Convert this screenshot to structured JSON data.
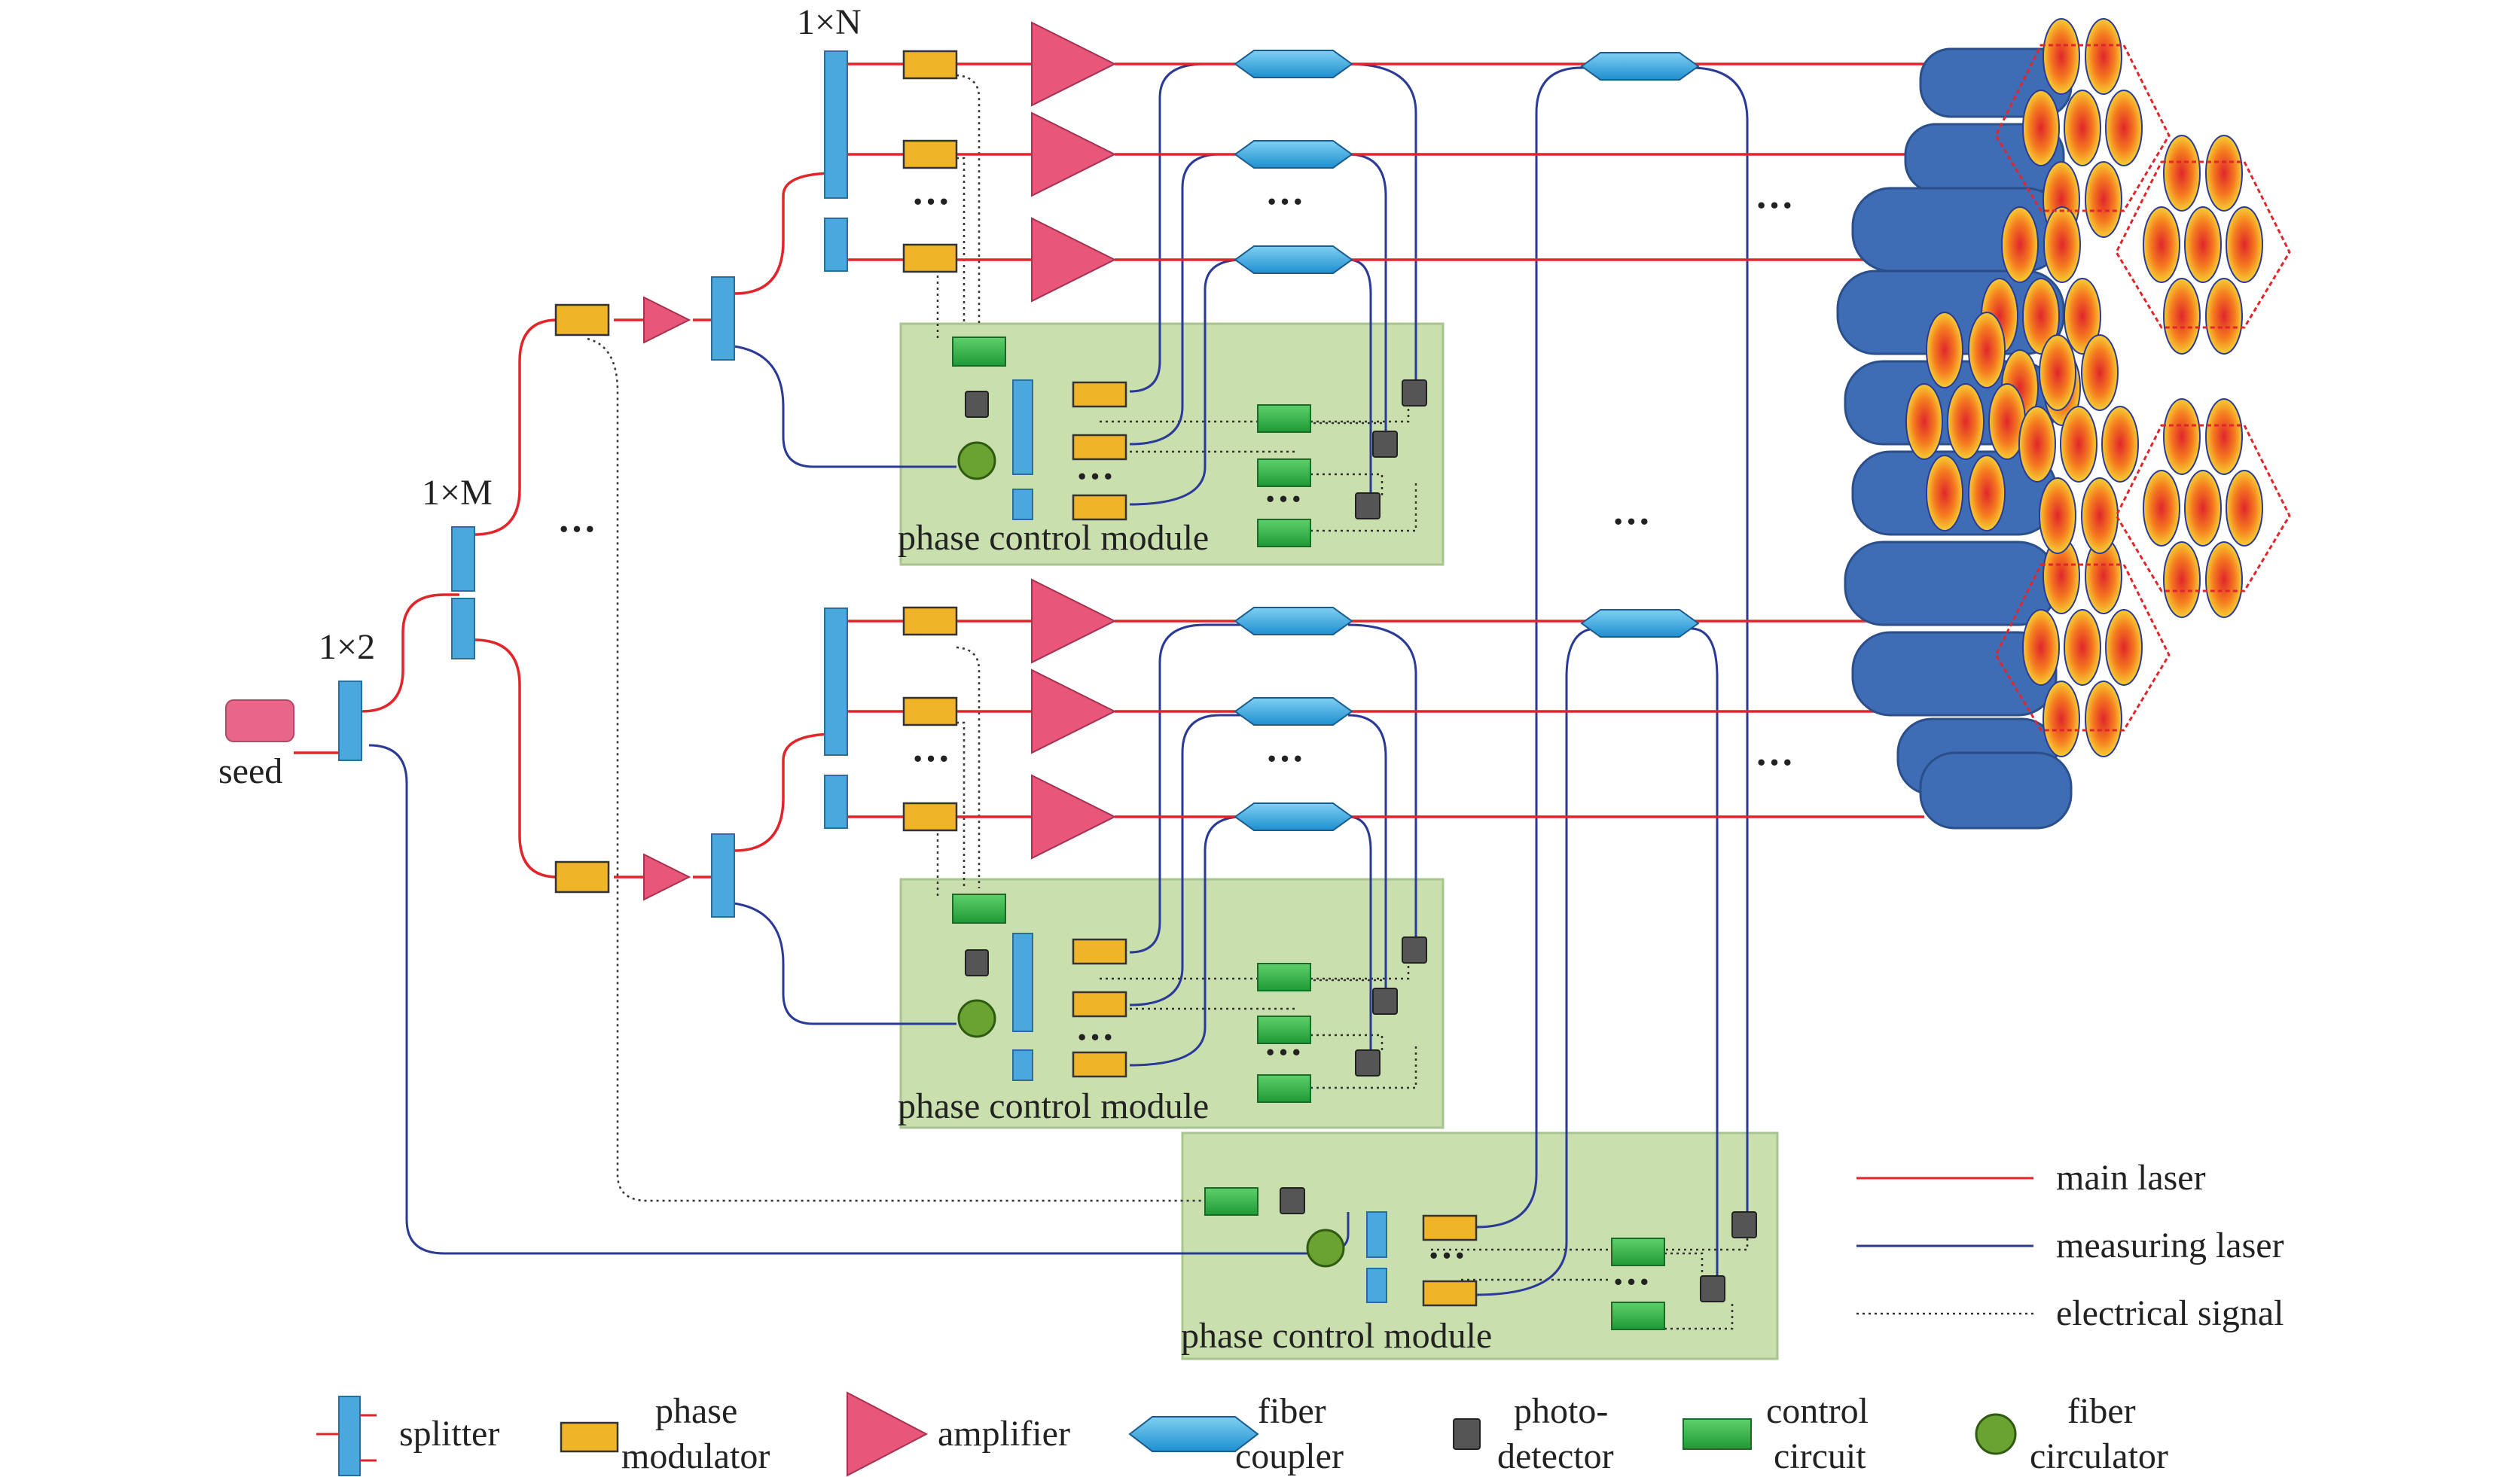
{
  "labels": {
    "seed": "seed",
    "split_1x2": "1×2",
    "split_1xM": "1×M",
    "split_1xN": "1×N",
    "phase_control_module": "phase control module",
    "ellipsis": "···"
  },
  "legend_lines": {
    "main_laser": "main laser",
    "measuring_laser": "measuring laser",
    "electrical_signal": "electrical signal"
  },
  "legend_symbols": {
    "splitter": "splitter",
    "phase_modulator": [
      "phase",
      "modulator"
    ],
    "amplifier": "amplifier",
    "fiber_coupler": [
      "fiber",
      "coupler"
    ],
    "photodetector": [
      "photo-",
      "detector"
    ],
    "control_circuit": [
      "control",
      "circuit"
    ],
    "fiber_circulator": [
      "fiber",
      "circulator"
    ]
  },
  "colors": {
    "main_laser": "#e0262b",
    "measuring_laser": "#2a3a96",
    "electrical_signal": "#333333",
    "splitter": "#4aa8dc",
    "phase_modulator": "#f0b429",
    "amplifier": "#e8577a",
    "fiber_coupler": "#3ab0e6",
    "photodetector": "#555555",
    "control_circuit": "#35b84a",
    "fiber_circulator": "#6aa332",
    "module_bg": "#c9dfae",
    "seed": "#e8668a",
    "fiber_end": "#3f6db5"
  }
}
